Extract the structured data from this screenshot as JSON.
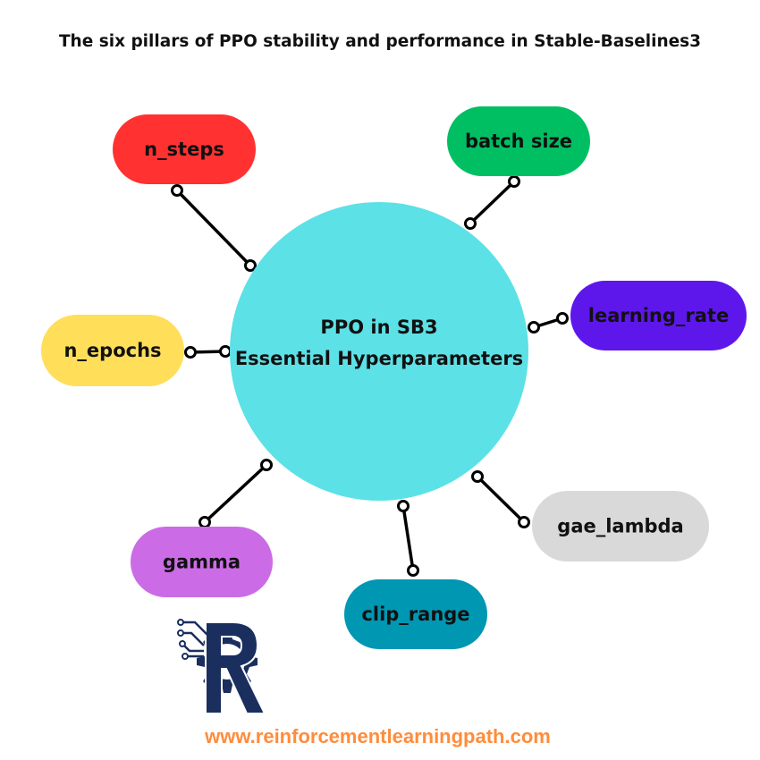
{
  "title": "The six pillars of PPO stability and performance in Stable-Baselines3",
  "hub": {
    "line1": "PPO in SB3",
    "line2": "Essential Hyperparameters",
    "color": "#5ce1e6"
  },
  "nodes": [
    {
      "id": "n-steps",
      "label": "n_steps",
      "color": "#ff3131"
    },
    {
      "id": "batch-size",
      "label": "batch size",
      "color": "#00bf63"
    },
    {
      "id": "learning-rate",
      "label": "learning_rate",
      "color": "#5e17eb"
    },
    {
      "id": "n-epochs",
      "label": "n_epochs",
      "color": "#ffde59"
    },
    {
      "id": "gae-lambda",
      "label": "gae_lambda",
      "color": "#d9d9d9"
    },
    {
      "id": "gamma",
      "label": "gamma",
      "color": "#cb6ce6"
    },
    {
      "id": "clip-range",
      "label": "clip_range",
      "color": "#0097b2"
    }
  ],
  "logo": {
    "icon": "rl-gear-logo",
    "primary": "#1a2f5e",
    "accent": "#ffffff"
  },
  "footer": {
    "url": "www.reinforcementlearningpath.com",
    "color": "#ff8c3a"
  }
}
